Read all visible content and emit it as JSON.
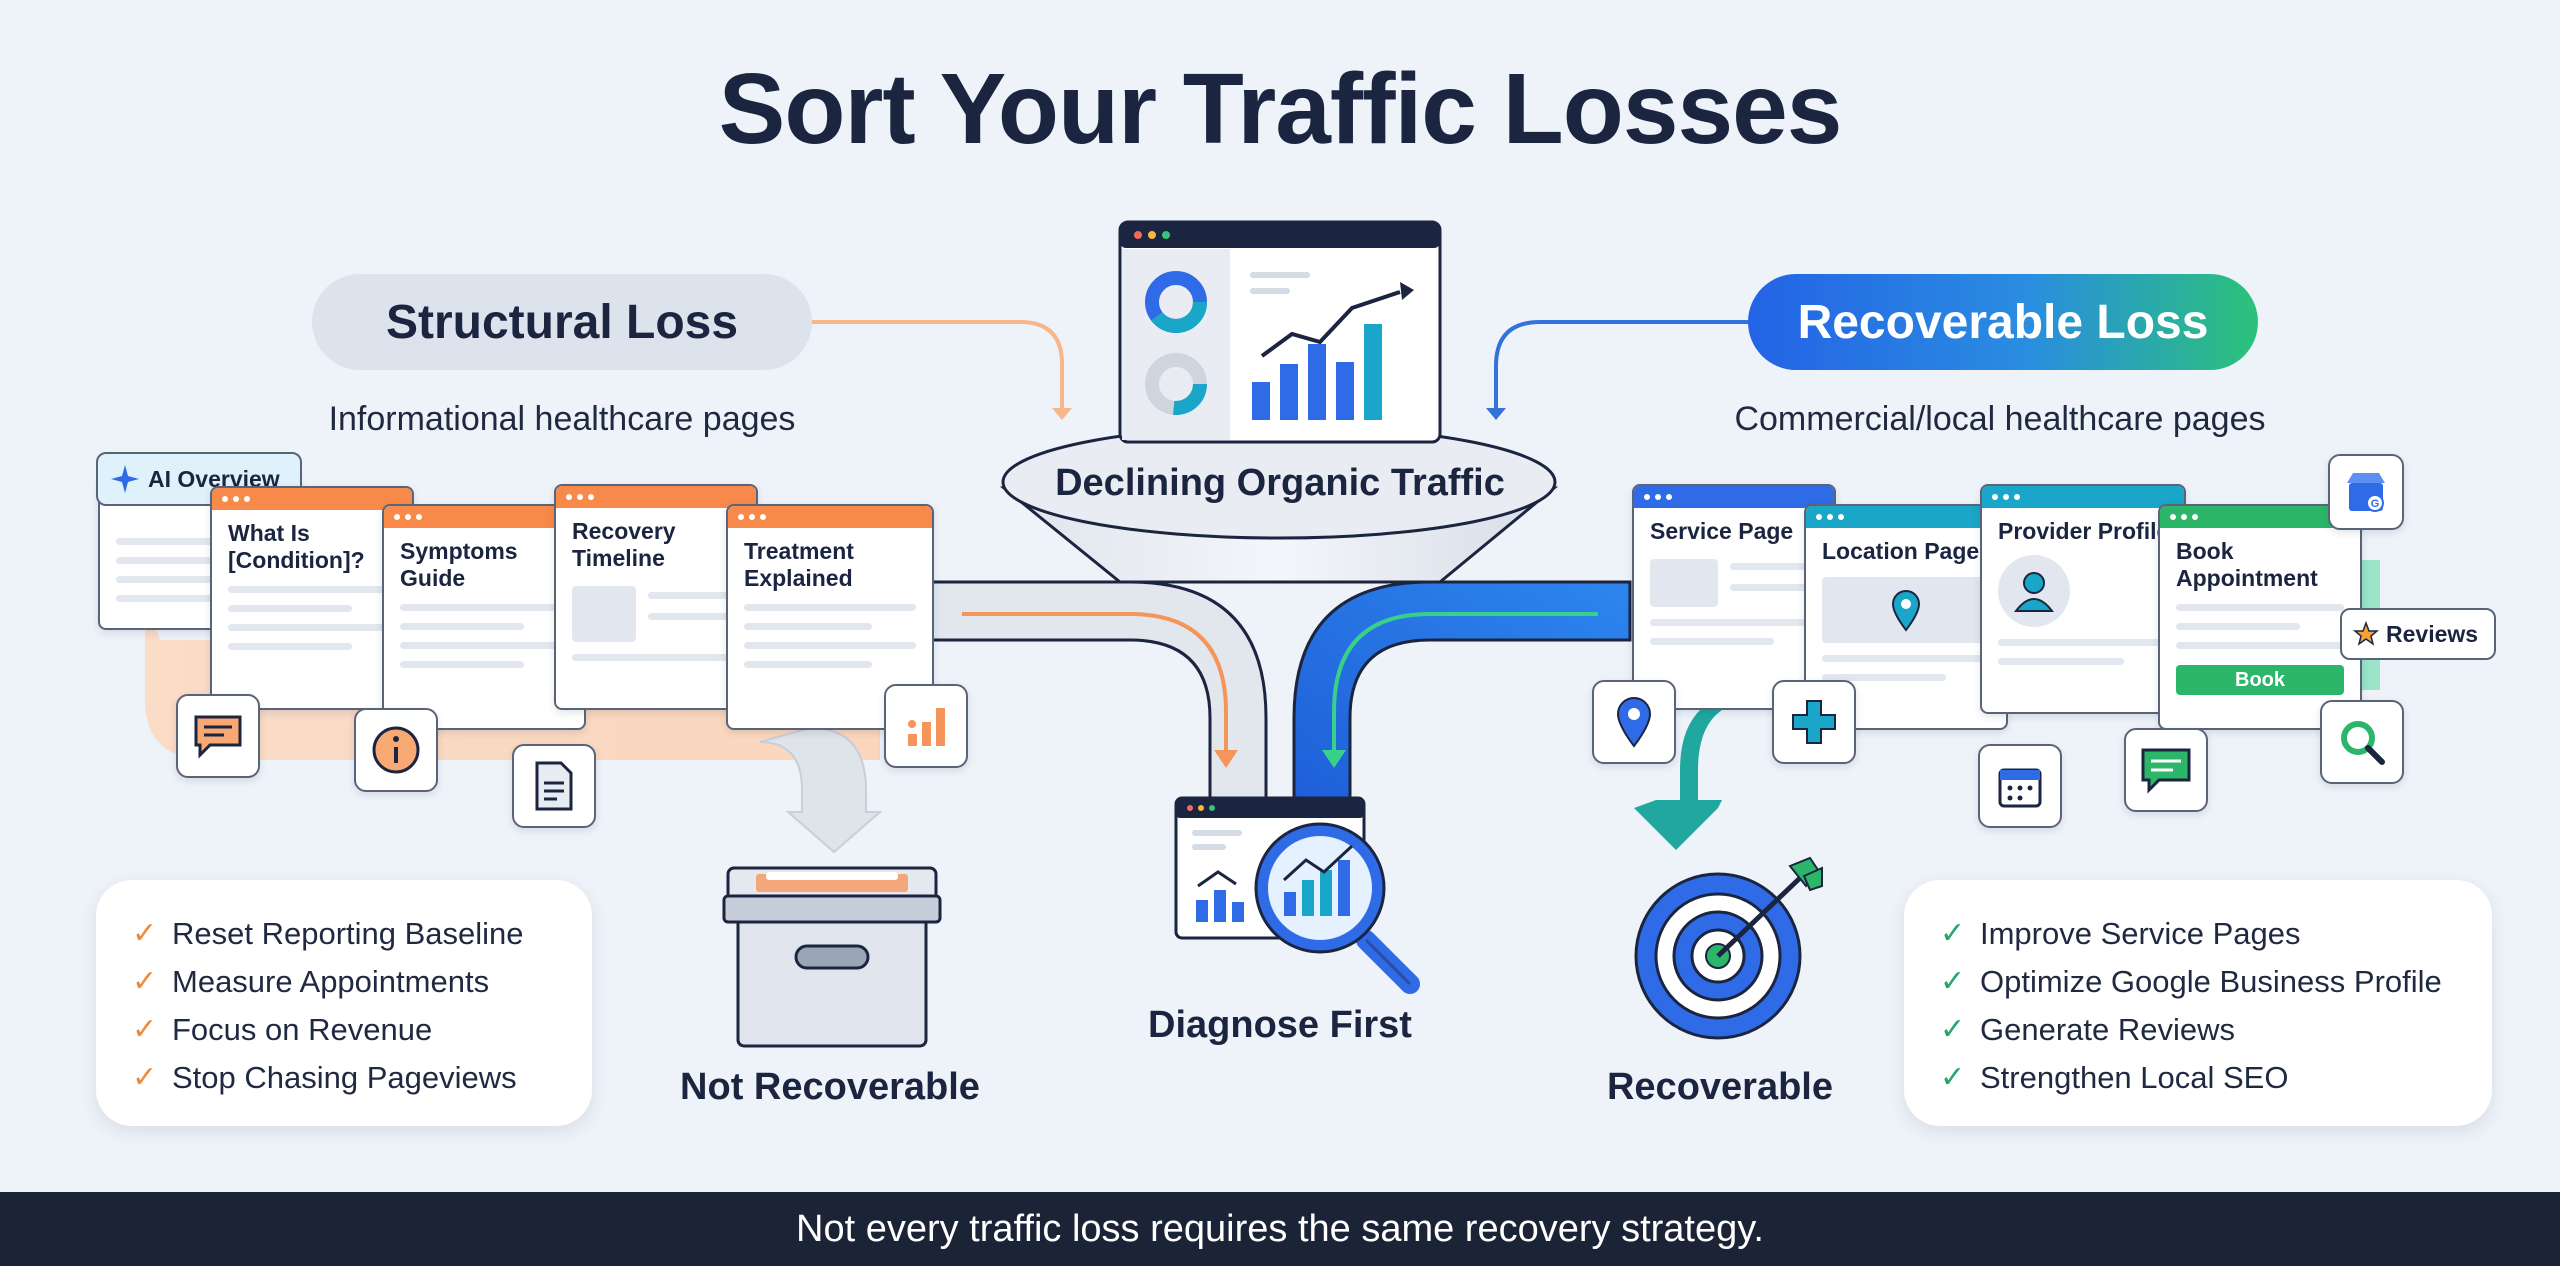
{
  "title": "Sort Your Traffic Losses",
  "center": {
    "funnel_label": "Declining Organic Traffic",
    "diagnose_label": "Diagnose First"
  },
  "structural": {
    "pill": "Structural Loss",
    "subtitle": "Informational healthcare pages",
    "ai_badge": "AI Overview",
    "pages": [
      "What Is\n[Condition]?",
      "Symptoms\nGuide",
      "Recovery\nTimeline",
      "Treatment\nExplained"
    ],
    "outcome": "Not Recoverable",
    "actions": [
      "Reset Reporting Baseline",
      "Measure Appointments",
      "Focus on Revenue",
      "Stop Chasing Pageviews"
    ],
    "icons": [
      "chat-bubble-icon",
      "info-icon",
      "document-icon",
      "bar-chart-icon"
    ]
  },
  "recoverable": {
    "pill": "Recoverable Loss",
    "subtitle": "Commercial/local healthcare pages",
    "pages": [
      "Service Page",
      "Location Page",
      "Provider Profile",
      "Book\nAppointment"
    ],
    "book_button": "Book",
    "reviews_badge": "Reviews",
    "outcome": "Recoverable",
    "actions": [
      "Improve Service Pages",
      "Optimize Google Business Profile",
      "Generate Reviews",
      "Strengthen Local SEO"
    ],
    "icons": [
      "map-pin-icon",
      "medical-cross-icon",
      "calendar-icon",
      "message-icon",
      "search-icon",
      "google-business-icon"
    ]
  },
  "footer": "Not every traffic loss requires the same recovery strategy.",
  "colors": {
    "structural_accent": "#f7894a",
    "recoverable_blue": "#2f6be6",
    "recoverable_teal": "#1aa6c8",
    "recoverable_green": "#2cb66a",
    "dark": "#1b2540"
  }
}
